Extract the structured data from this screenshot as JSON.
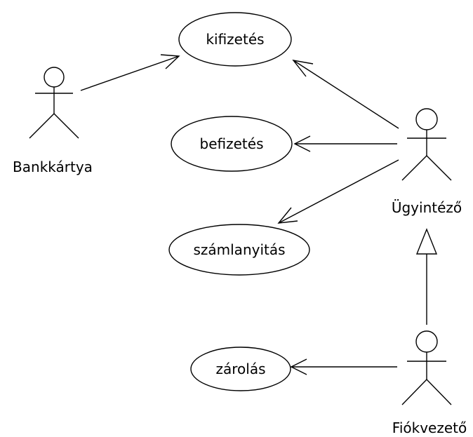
{
  "use_cases": {
    "kifizetes": "kifizetés",
    "befizetes": "befizetés",
    "szamlanyitas": "számlanyitás",
    "zarolas": "zárolás"
  },
  "actors": {
    "bankkartya": "Bankkártya",
    "ugyintezo": "Ügyintéző",
    "fiokvezeto": "Fiókvezető"
  }
}
